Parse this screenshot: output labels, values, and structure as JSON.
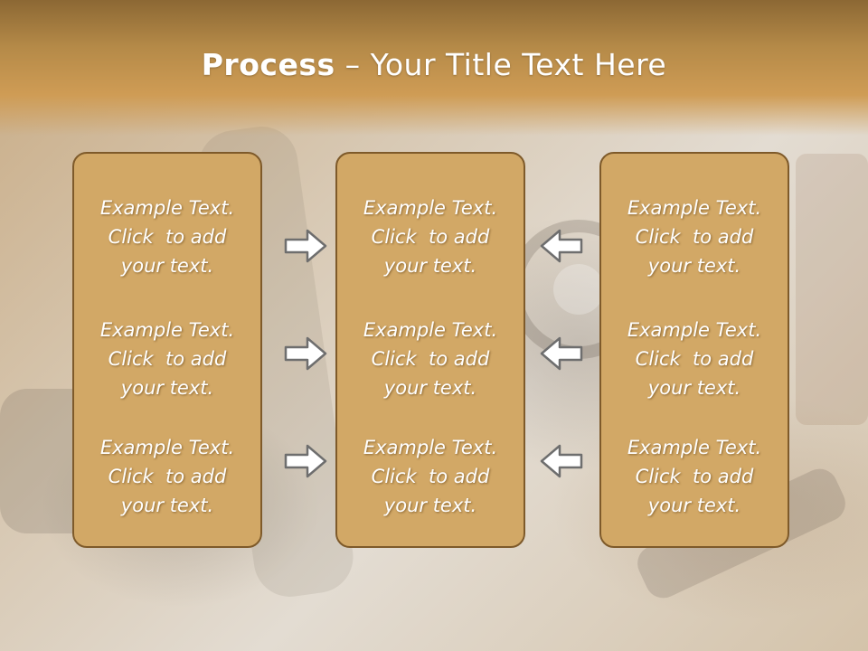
{
  "header": {
    "title_bold": "Process",
    "title_rest": " – Your Title Text Here"
  },
  "columns": [
    {
      "items": [
        {
          "line1": "Example Text.",
          "line2": "Click  to add",
          "line3": "your text."
        },
        {
          "line1": "Example Text.",
          "line2": "Click  to add",
          "line3": "your text."
        },
        {
          "line1": "Example Text.",
          "line2": "Click  to add",
          "line3": "your text."
        }
      ]
    },
    {
      "items": [
        {
          "line1": "Example Text.",
          "line2": "Click  to add",
          "line3": "your text."
        },
        {
          "line1": "Example Text.",
          "line2": "Click  to add",
          "line3": "your text."
        },
        {
          "line1": "Example Text.",
          "line2": "Click  to add",
          "line3": "your text."
        }
      ]
    },
    {
      "items": [
        {
          "line1": "Example Text.",
          "line2": "Click  to add",
          "line3": "your text."
        },
        {
          "line1": "Example Text.",
          "line2": "Click  to add",
          "line3": "your text."
        },
        {
          "line1": "Example Text.",
          "line2": "Click  to add",
          "line3": "your text."
        }
      ]
    }
  ],
  "arrows": {
    "left_group": "right-arrow-icon",
    "right_group": "left-arrow-icon"
  },
  "colors": {
    "header": "#b58a48",
    "panel_fill": "#d2a866",
    "panel_border": "#7e5a2a",
    "arrow_fill": "#ffffff",
    "arrow_stroke": "#6e6e6e"
  }
}
